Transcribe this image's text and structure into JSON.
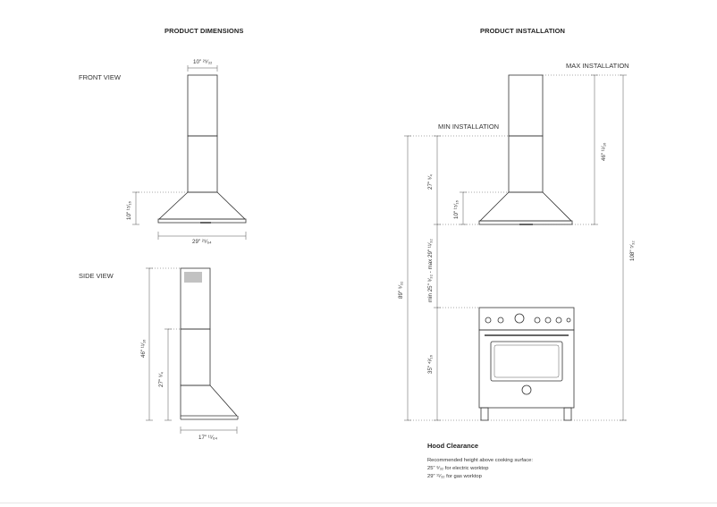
{
  "headings": {
    "dimensions": "PRODUCT DIMENSIONS",
    "installation": "PRODUCT INSTALLATION"
  },
  "views": {
    "front": "FRONT VIEW",
    "side": "SIDE VIEW"
  },
  "install_labels": {
    "max": "MAX INSTALLATION",
    "min": "MIN INSTALLATION"
  },
  "dimensions": {
    "chimney_width": "10\" ²⁹⁄₃₂",
    "hood_height": "10\" ¹⁵⁄₁₆",
    "hood_width": "29\" ²⁹⁄₆₄",
    "side_total": "46\" ¹¹⁄₁₆",
    "side_chimney": "27\" ⁹⁄₄",
    "side_depth": "17\" ¹¹⁄₆₄",
    "inst_chimney": "27\" ⁹⁄₄",
    "inst_hood": "10\" ¹⁵⁄₁₆",
    "inst_max_chimney": "46\" ¹¹⁄₁₆",
    "inst_gap": "min 25\" ⁹⁄₃₂ - max 29\" ¹¹⁄₃₂",
    "inst_total_min": "89\" ⁹⁄₃₂",
    "inst_total_max": "108\" ⁵⁄₃₂",
    "inst_range": "35\" ⁴³⁄₁₆"
  },
  "clearance": {
    "title": "Hood Clearance",
    "line1": "Recommended height above cooking surface:",
    "line2": "25\" ⁹⁄₃₂ for electric worktop",
    "line3": "29\" ¹¹⁄₃₂ for gas worktop"
  }
}
